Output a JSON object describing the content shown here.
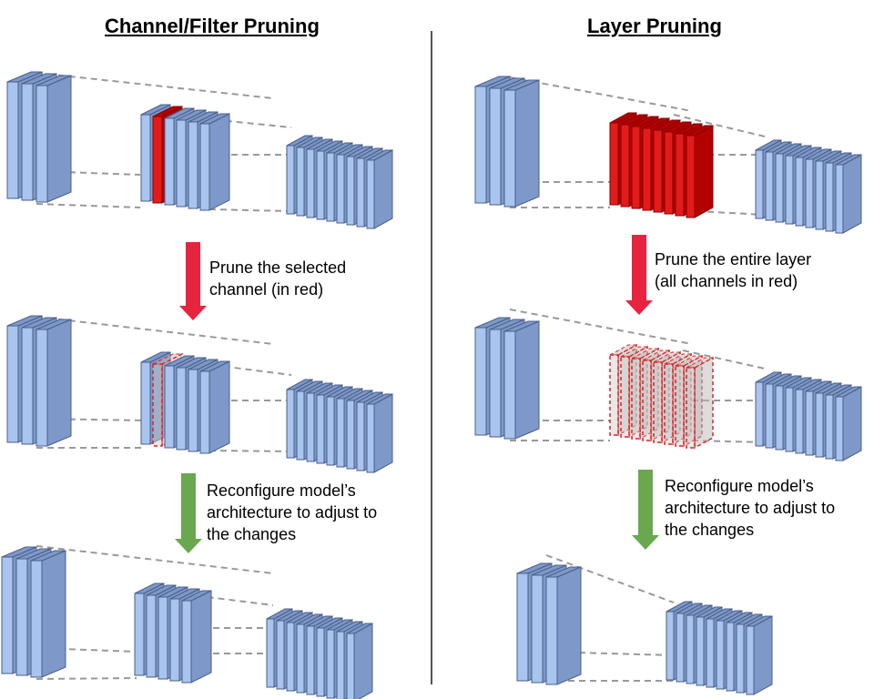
{
  "left_panel": {
    "title": "Channel/Filter Pruning",
    "step1_lines": [
      "Prune the selected",
      "channel (in red)"
    ],
    "step2_lines": [
      "Reconfigure model’s",
      "architecture to adjust to",
      "the changes"
    ]
  },
  "right_panel": {
    "title": "Layer Pruning",
    "step1_lines": [
      "Prune the entire layer",
      "(all channels in red)"
    ],
    "step2_lines": [
      "Reconfigure model’s",
      "architecture to adjust to",
      "the changes"
    ]
  },
  "colors": {
    "channel_front": "#a9c4ee",
    "channel_side": "#7d98c9",
    "channel_stroke": "#4a5f87",
    "pruned_front": "#e31b1b",
    "pruned_side": "#b30000",
    "connector": "#999999",
    "arrow_prune": "#e8233f",
    "arrow_reconfigure": "#6aa84f",
    "divider": "#555555"
  }
}
